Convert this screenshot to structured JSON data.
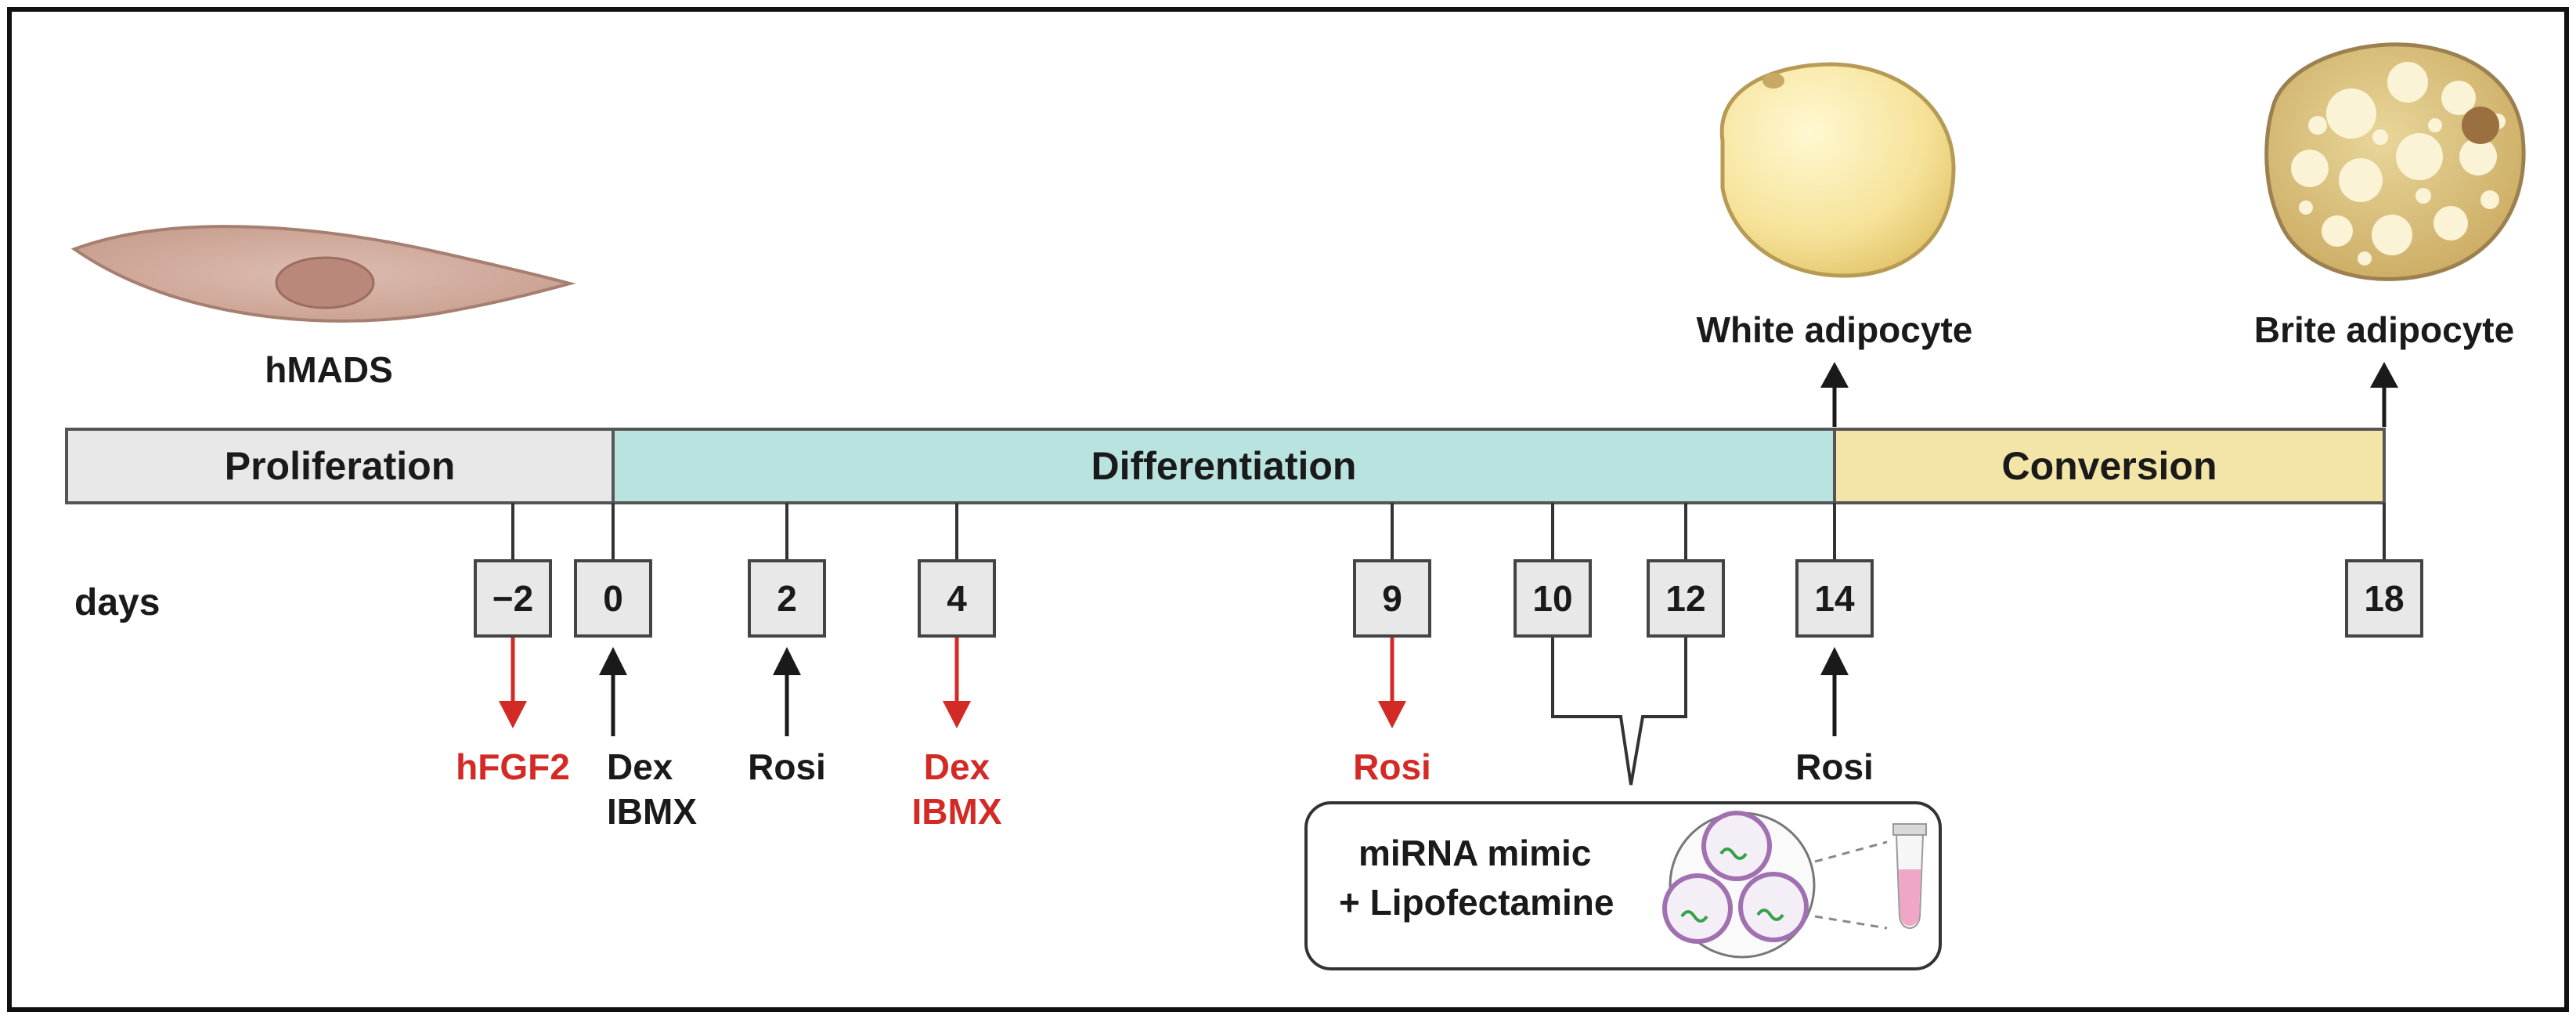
{
  "cell_label": "hMADS",
  "white_label": "White adipocyte",
  "brite_label": "Brite adipocyte",
  "phases": {
    "proliferation": "Proliferation",
    "differentiation": "Differentiation",
    "conversion": "Conversion"
  },
  "days_label": "days",
  "days": [
    "−2",
    "0",
    "2",
    "4",
    "9",
    "10",
    "12",
    "14",
    "18"
  ],
  "treatments": {
    "hfgf2": "hFGF2",
    "dex_black": "Dex",
    "ibmx_black": "IBMX",
    "rosi_day2": "Rosi",
    "dex_red": "Dex",
    "ibmx_red": "IBMX",
    "rosi_day9": "Rosi",
    "rosi_day14": "Rosi"
  },
  "transfection": {
    "line1": "miRNA mimic",
    "line2": "+ Lipofectamine"
  },
  "colors": {
    "proliferation": "#e8e8e8",
    "differentiation": "#b9e3df",
    "conversion": "#f3e4a8",
    "red": "#d42a26",
    "black": "#1a1a1a",
    "fibroblast": "#d4b0a2",
    "white_fat": "#f7e7a0",
    "brite_fat": "#d8c07c"
  }
}
